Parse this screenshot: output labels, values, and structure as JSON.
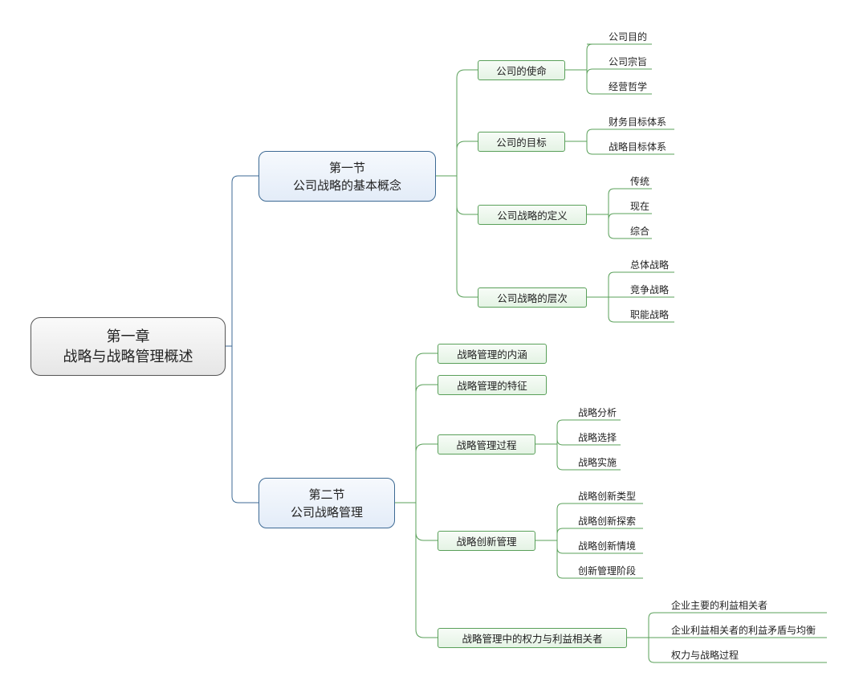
{
  "root": {
    "line1": "第一章",
    "line2": "战略与战略管理概述"
  },
  "sections": [
    {
      "line1": "第一节",
      "line2": "公司战略的基本概念",
      "topics": [
        {
          "label": "公司的使命",
          "items": [
            "公司目的",
            "公司宗旨",
            "经营哲学"
          ]
        },
        {
          "label": "公司的目标",
          "items": [
            "财务目标体系",
            "战略目标体系"
          ]
        },
        {
          "label": "公司战略的定义",
          "items": [
            "传统",
            "现在",
            "综合"
          ]
        },
        {
          "label": "公司战略的层次",
          "items": [
            "总体战略",
            "竞争战略",
            "职能战略"
          ]
        }
      ]
    },
    {
      "line1": "第二节",
      "line2": "公司战略管理",
      "topics": [
        {
          "label": "战略管理的内涵",
          "items": []
        },
        {
          "label": "战略管理的特征",
          "items": []
        },
        {
          "label": "战略管理过程",
          "items": [
            "战略分析",
            "战略选择",
            "战略实施"
          ]
        },
        {
          "label": "战略创新管理",
          "items": [
            "战略创新类型",
            "战略创新探索",
            "战略创新情境",
            "创新管理阶段"
          ]
        },
        {
          "label": "战略管理中的权力与利益相关者",
          "items": [
            "企业主要的利益相关者",
            "企业利益相关者的利益矛盾与均衡",
            "权力与战略过程"
          ]
        }
      ]
    }
  ],
  "colors": {
    "root_line": "#555555",
    "section_line": "#3d6a94",
    "topic_line": "#5aa05a"
  }
}
